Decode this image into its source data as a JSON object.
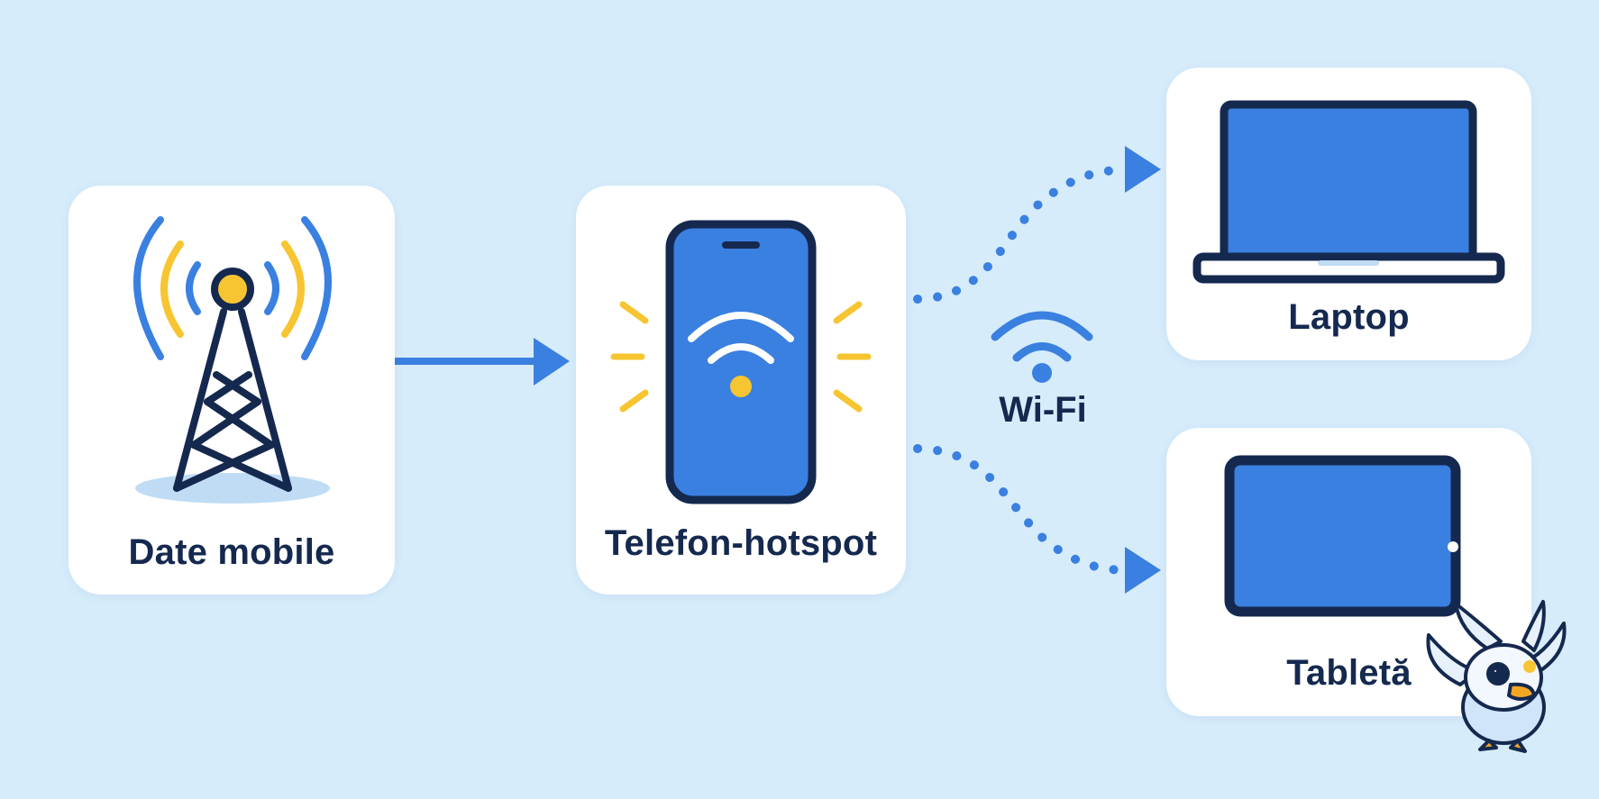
{
  "nodes": {
    "tower_label": "Date mobile",
    "phone_label": "Telefon-hotspot",
    "laptop_label": "Laptop",
    "tablet_label": "Tabletă"
  },
  "connection": {
    "wifi_label": "Wi-Fi"
  },
  "colors": {
    "background": "#d6ecfb",
    "card": "#ffffff",
    "primary_blue": "#3a80e0",
    "dark_navy": "#15294f",
    "accent_yellow": "#f7c531"
  },
  "icons": [
    "cell-tower-icon",
    "smartphone-icon",
    "wifi-icon",
    "laptop-icon",
    "tablet-icon",
    "mascot-bird-icon"
  ]
}
